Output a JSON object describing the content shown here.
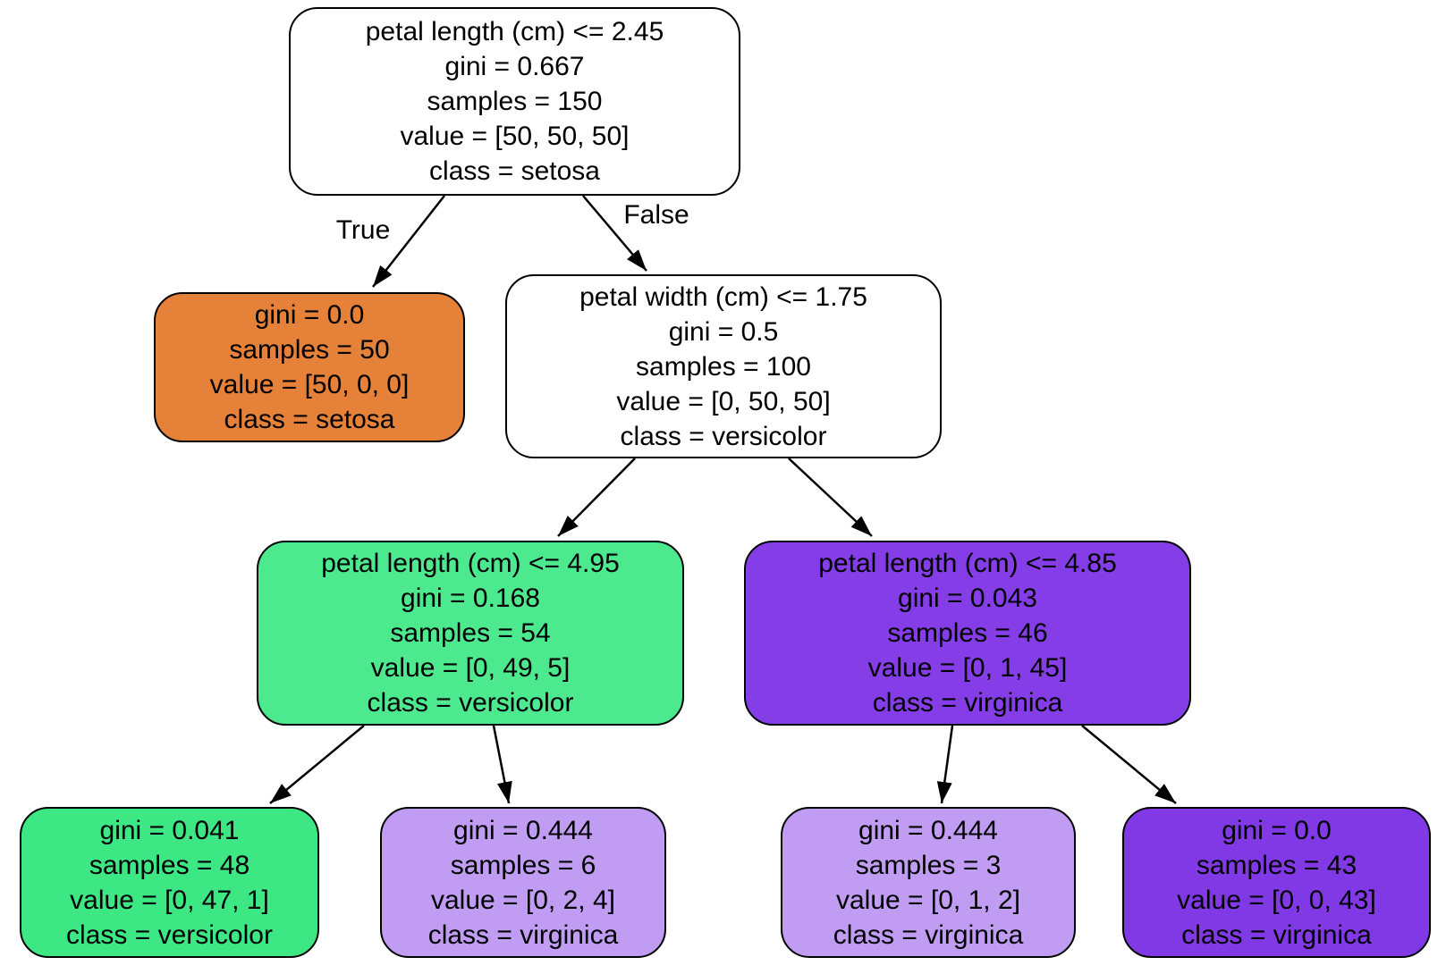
{
  "diagram": {
    "kind": "decision-tree",
    "edge_labels": {
      "true_label": "True",
      "false_label": "False"
    },
    "colors": {
      "background": "#ffffff",
      "border": "#000000",
      "text": "#000000",
      "setosa_orange": "#e58139",
      "versicolor_green_impure": "#4de98e",
      "versicolor_green_pure": "#3de784",
      "virginica_purple_strong": "#843de7",
      "virginica_purple_pure": "#8139e5",
      "virginica_purple_light": "#c09cf2",
      "white_node": "#ffffff"
    },
    "nodes": [
      {
        "condition": "petal length (cm) <= 2.45",
        "gini": "gini = 0.667",
        "samples": "samples = 150",
        "value": "value = [50, 50, 50]",
        "class_label": "class = setosa",
        "fill": "#ffffff"
      },
      {
        "gini": "gini = 0.0",
        "samples": "samples = 50",
        "value": "value = [50, 0, 0]",
        "class_label": "class = setosa",
        "fill": "#e58139"
      },
      {
        "condition": "petal width (cm) <= 1.75",
        "gini": "gini = 0.5",
        "samples": "samples = 100",
        "value": "value = [0, 50, 50]",
        "class_label": "class = versicolor",
        "fill": "#ffffff"
      },
      {
        "condition": "petal length (cm) <= 4.95",
        "gini": "gini = 0.168",
        "samples": "samples = 54",
        "value": "value = [0, 49, 5]",
        "class_label": "class = versicolor",
        "fill": "#4de98e"
      },
      {
        "condition": "petal length (cm) <= 4.85",
        "gini": "gini = 0.043",
        "samples": "samples = 46",
        "value": "value = [0, 1, 45]",
        "class_label": "class = virginica",
        "fill": "#843de7"
      },
      {
        "gini": "gini = 0.041",
        "samples": "samples = 48",
        "value": "value = [0, 47, 1]",
        "class_label": "class = versicolor",
        "fill": "#3de784"
      },
      {
        "gini": "gini = 0.444",
        "samples": "samples = 6",
        "value": "value = [0, 2, 4]",
        "class_label": "class = virginica",
        "fill": "#c09cf2"
      },
      {
        "gini": "gini = 0.444",
        "samples": "samples = 3",
        "value": "value = [0, 1, 2]",
        "class_label": "class = virginica",
        "fill": "#c09cf2"
      },
      {
        "gini": "gini = 0.0",
        "samples": "samples = 43",
        "value": "value = [0, 0, 43]",
        "class_label": "class = virginica",
        "fill": "#8139e5"
      }
    ]
  }
}
